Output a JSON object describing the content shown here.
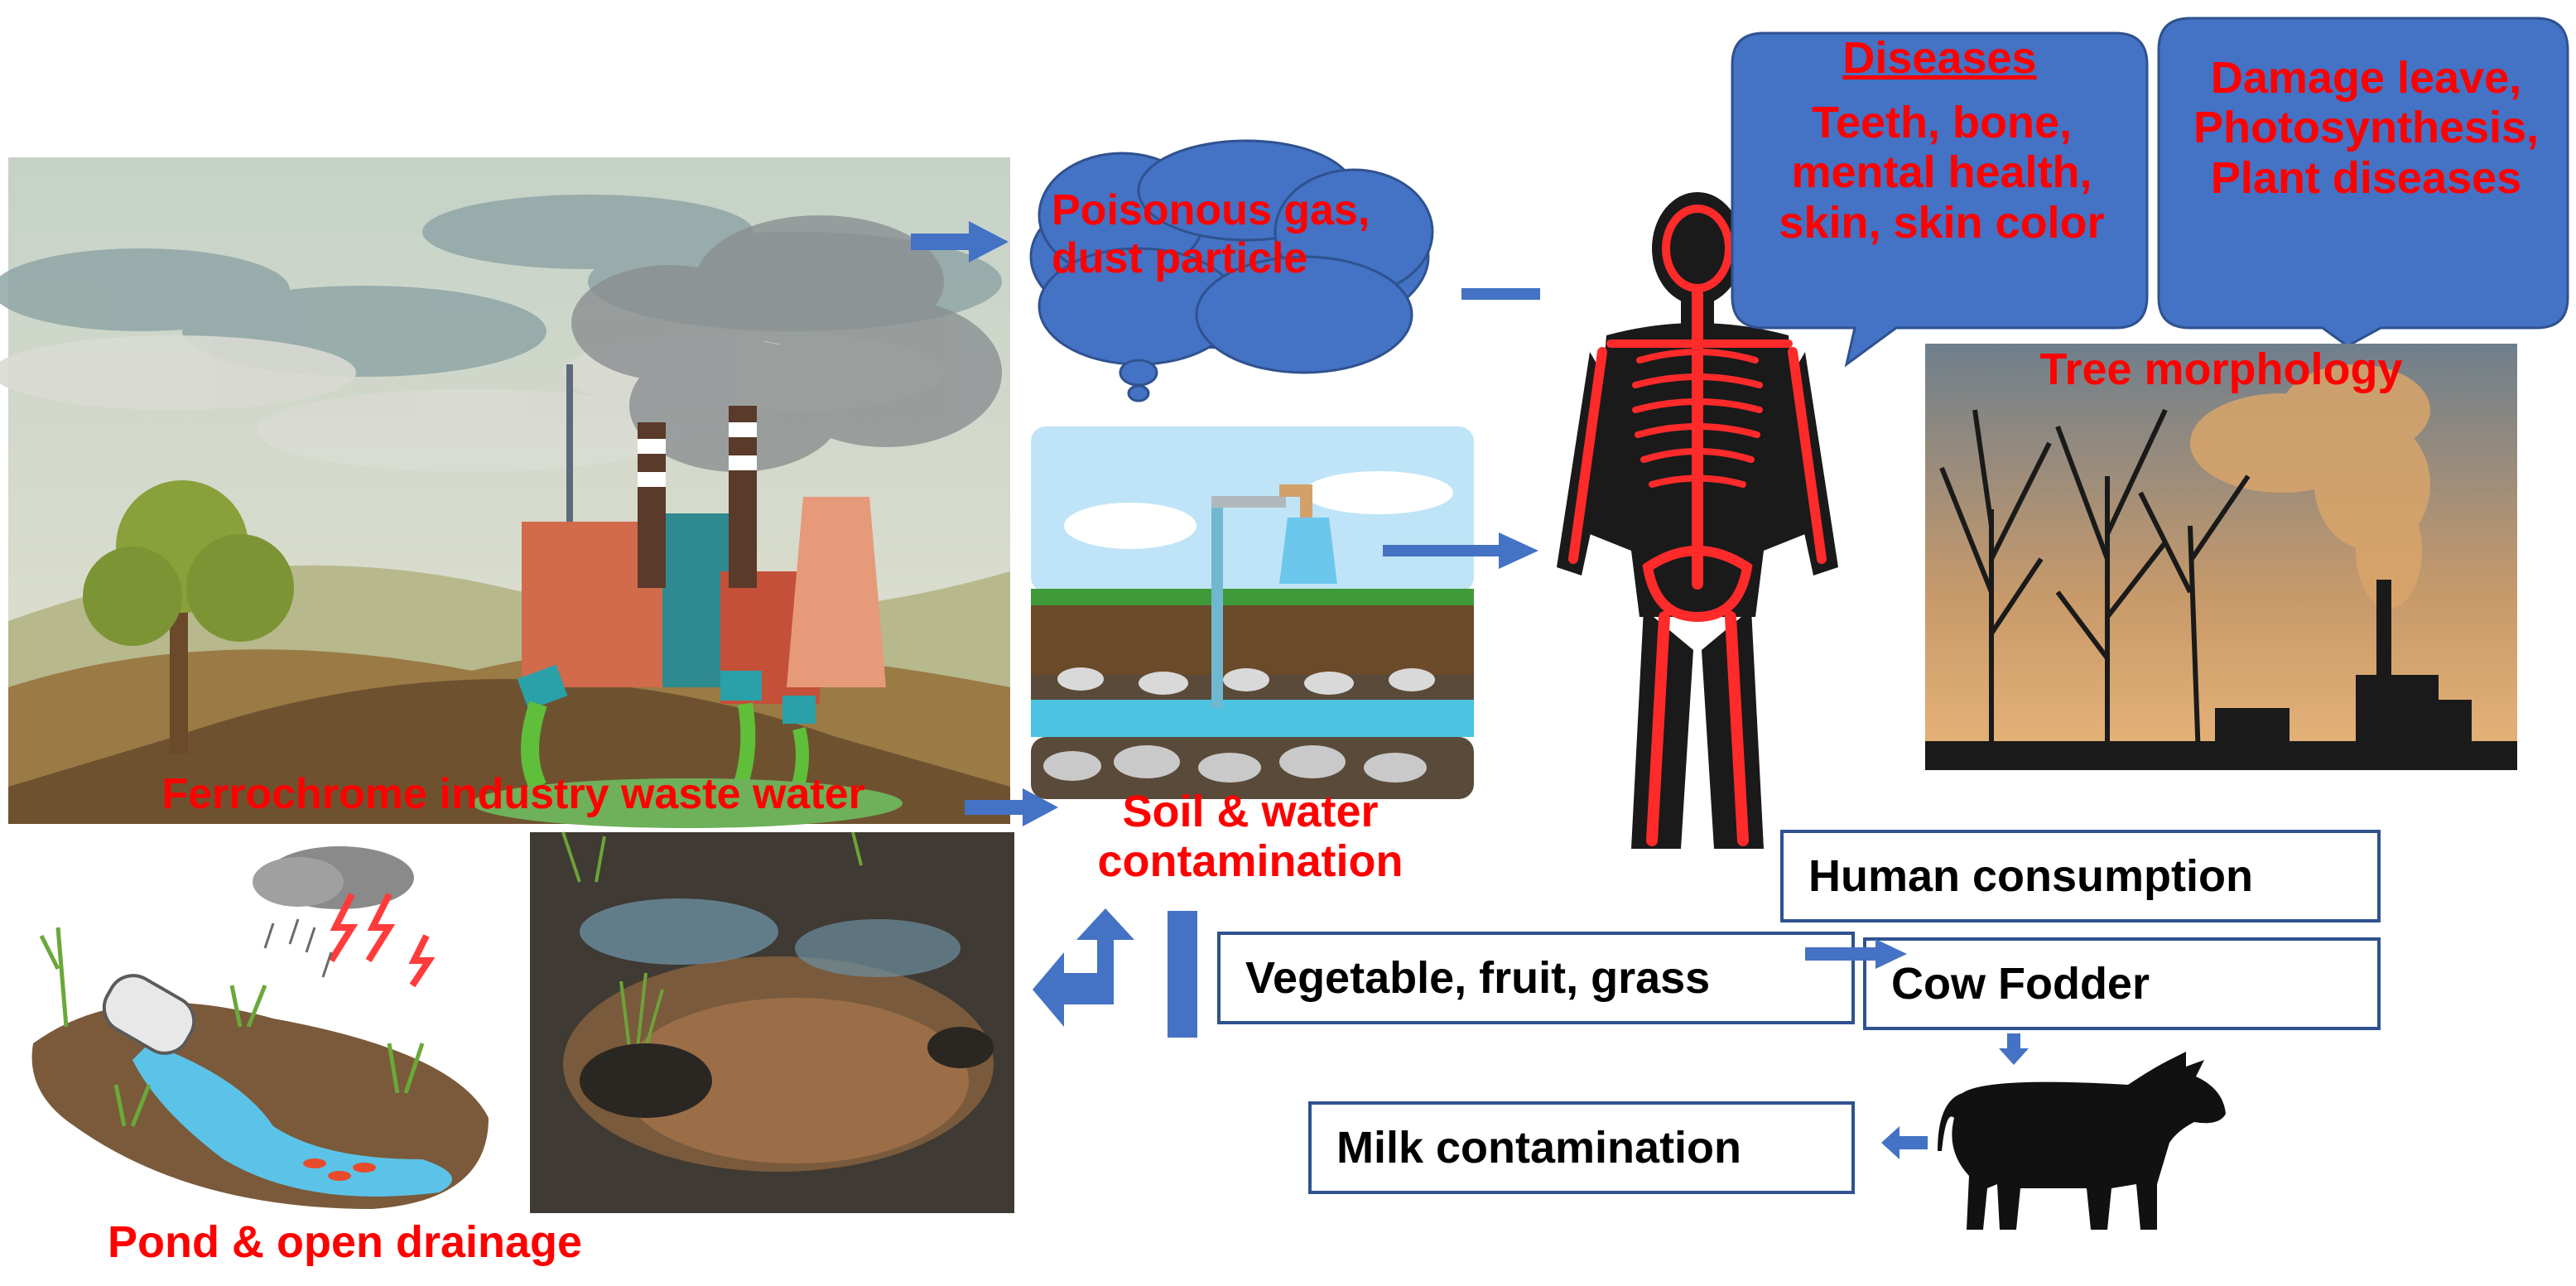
{
  "colors": {
    "arrow": "#4472c4",
    "callout": "#4472c4",
    "label_red": "#ff0000",
    "box_border": "#2f528f"
  },
  "labels": {
    "industry": "Ferrochrome industry waste water",
    "cloud": "Poisonous gas,\ndust particle",
    "soil_water": "Soil & water\ncontamination",
    "tree": "Tree morphology",
    "pond": "Pond & open drainage"
  },
  "callouts": {
    "diseases_title": "Diseases",
    "diseases_body": "Teeth, bone,\nmental health,\nskin, skin color",
    "plants_body": "Damage leave,\nPhotosynthesis,\nPlant diseases"
  },
  "boxes": {
    "human_consumption": "Human consumption",
    "vegetable": "Vegetable, fruit, grass",
    "cow_fodder": "Cow Fodder",
    "milk": "Milk contamination"
  },
  "icons": [
    "factory-scene",
    "tap-soil-icon",
    "human-skeleton-icon",
    "dead-trees-smoke-photo",
    "drainage-pipe-icon",
    "pond-photo",
    "cow-icon",
    "arrow"
  ]
}
